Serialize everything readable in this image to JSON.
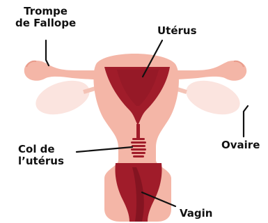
{
  "labels": {
    "fallope": [
      "Trompe",
      "de Fallope"
    ],
    "uterus": "Utérus",
    "col": [
      "Col de",
      "l’utérus"
    ],
    "ovaire": "Ovaire",
    "vagin": "Vagin"
  },
  "colors": {
    "tissue": "#f4b6a7",
    "tissue_light": "#f9d2c6",
    "cavity": "#a01c2a",
    "cavity_dark": "#6e0f1a",
    "ovary": "#fbe4df",
    "leader": "#111111"
  }
}
